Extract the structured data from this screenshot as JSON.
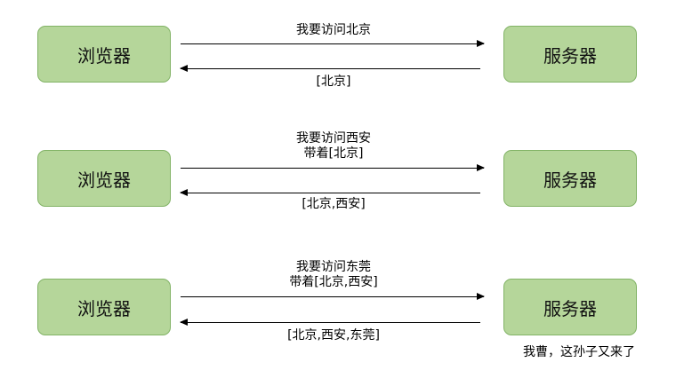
{
  "rows": [
    {
      "browser": "浏览器",
      "server": "服务器",
      "request_lines": [
        "我要访问北京"
      ],
      "response": "[北京]"
    },
    {
      "browser": "浏览器",
      "server": "服务器",
      "request_lines": [
        "我要访问西安",
        "带着[北京]"
      ],
      "response": "[北京,西安]"
    },
    {
      "browser": "浏览器",
      "server": "服务器",
      "request_lines": [
        "我要访问东莞",
        "带着[北京,西安]"
      ],
      "response": "[北京,西安,东莞]"
    }
  ],
  "server_remark": "我曹，这孙子又来了",
  "colors": {
    "node_fill": "#b5d69a",
    "node_border": "#82b366",
    "arrow": "#000000"
  }
}
